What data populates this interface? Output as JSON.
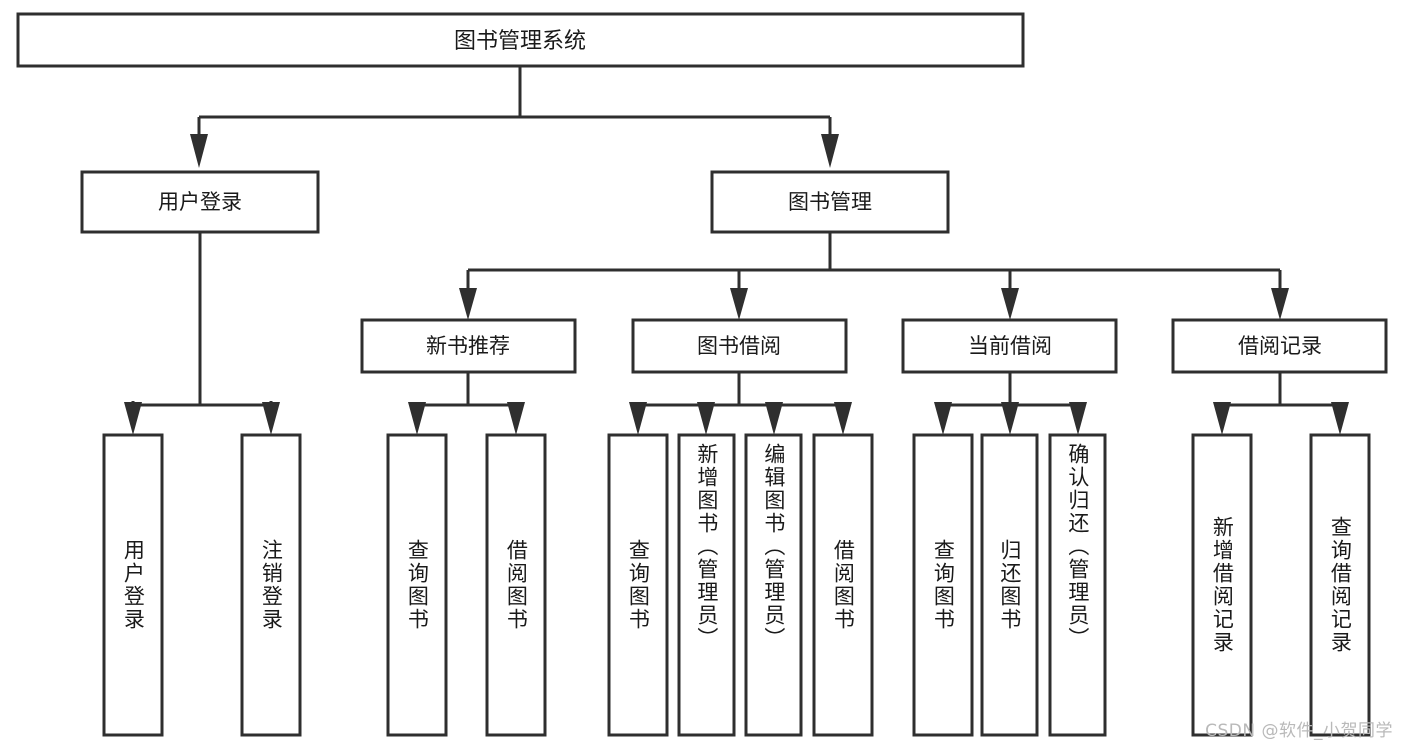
{
  "diagram": {
    "title": "图书管理系统",
    "type": "tree-hierarchy-diagram",
    "colors": {
      "stroke": "#2f2f2f",
      "fill": "#ffffff",
      "text": "#1a1a1a",
      "watermark": "#b9b9b9",
      "background": "#ffffff"
    },
    "root": {
      "label": "图书管理系统"
    },
    "level2": [
      {
        "label": "用户登录"
      },
      {
        "label": "图书管理"
      }
    ],
    "level3": [
      {
        "label": "新书推荐"
      },
      {
        "label": "图书借阅"
      },
      {
        "label": "当前借阅"
      },
      {
        "label": "借阅记录"
      }
    ],
    "leaves": {
      "user_login": [
        {
          "label": "用户登录"
        },
        {
          "label": "注销登录"
        }
      ],
      "new_book_recommend": [
        {
          "label": "查询图书"
        },
        {
          "label": "借阅图书"
        }
      ],
      "book_borrow": [
        {
          "label": "查询图书"
        },
        {
          "label": "新增图书（管理员）"
        },
        {
          "label": "编辑图书（管理员）"
        },
        {
          "label": "借阅图书"
        }
      ],
      "current_borrow": [
        {
          "label": "查询图书"
        },
        {
          "label": "归还图书"
        },
        {
          "label": "确认归还（管理员）"
        }
      ],
      "borrow_record": [
        {
          "label": "新增借阅记录"
        },
        {
          "label": "查询借阅记录"
        }
      ]
    }
  },
  "watermark": {
    "text": "CSDN @软件_小贺同学"
  }
}
